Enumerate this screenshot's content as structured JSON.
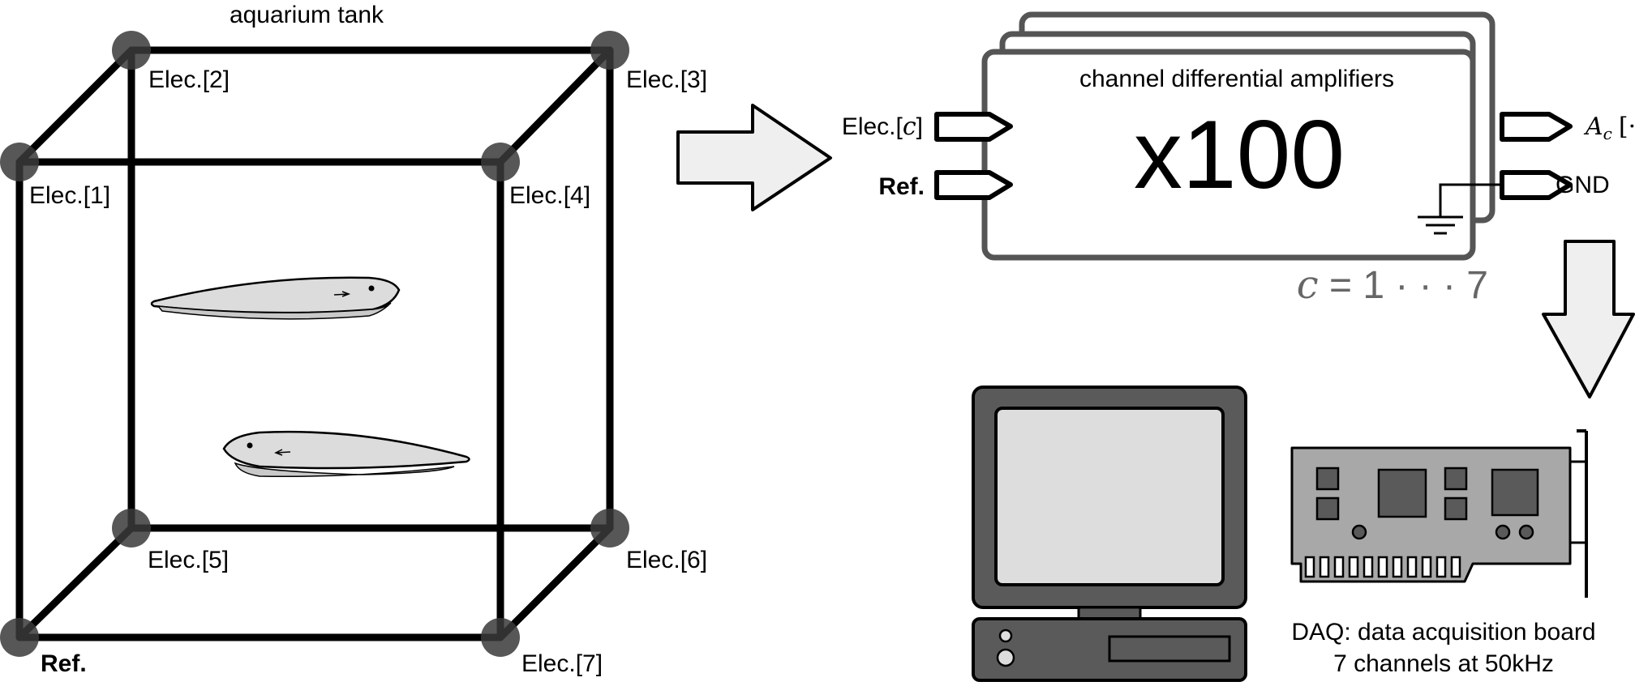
{
  "tank": {
    "title": "aquarium tank",
    "electrodes": {
      "e1": "Elec.[1]",
      "e2": "Elec.[2]",
      "e3": "Elec.[3]",
      "e4": "Elec.[4]",
      "e5": "Elec.[5]",
      "e6": "Elec.[6]",
      "e7": "Elec.[7]",
      "ref": "Ref."
    }
  },
  "amplifier": {
    "title": "channel differential amplifiers",
    "gain": "x100",
    "input_elec_prefix": "Elec.[",
    "input_elec_var": "c",
    "input_elec_suffix": "]",
    "input_ref": "Ref.",
    "output_main_symbol": "A",
    "output_main_sub": "c",
    "output_main_suffix": "[·]",
    "output_gnd": "GND",
    "range_var": "c",
    "range_text": " = 1 · · · 7"
  },
  "daq": {
    "line1": "DAQ: data acquisition board",
    "line2": "7 channels at 50kHz"
  },
  "colors": {
    "outline": "#000000",
    "electrode_dot": "#3a3a3a",
    "amp_border": "#555555",
    "arrow_fill": "#efefef",
    "fish_fill": "#dcdcdc",
    "monitor_body": "#5a5a5a",
    "screen": "#dddddd",
    "board": "#a8a8a8",
    "chip": "#5a5a5a"
  }
}
